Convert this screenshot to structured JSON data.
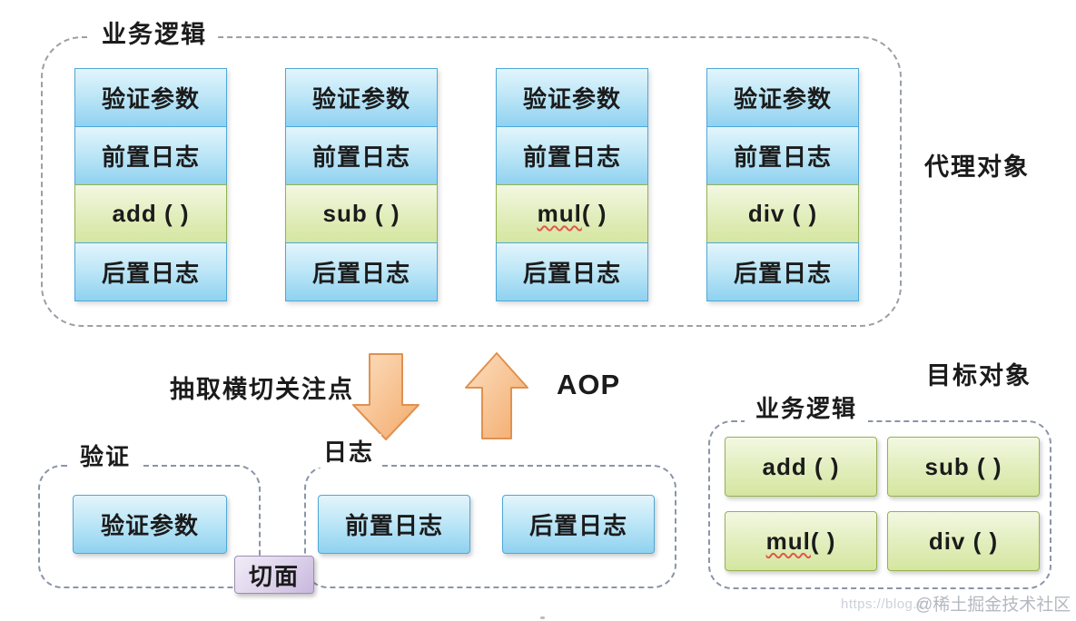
{
  "proxy_section": {
    "box_label": "业务逻辑",
    "side_label": "代理对象",
    "columns": [
      {
        "cells": [
          {
            "text": "验证参数",
            "type": "blue"
          },
          {
            "text": "前置日志",
            "type": "blue"
          },
          {
            "text": "add ( )",
            "type": "green"
          },
          {
            "text": "后置日志",
            "type": "blue"
          }
        ]
      },
      {
        "cells": [
          {
            "text": "验证参数",
            "type": "blue"
          },
          {
            "text": "前置日志",
            "type": "blue"
          },
          {
            "text": "sub ( )",
            "type": "green"
          },
          {
            "text": "后置日志",
            "type": "blue"
          }
        ]
      },
      {
        "cells": [
          {
            "text": "验证参数",
            "type": "blue"
          },
          {
            "text": "前置日志",
            "type": "blue"
          },
          {
            "word": "mul",
            "rest": " ( )",
            "type": "green",
            "wavy": true
          },
          {
            "text": "后置日志",
            "type": "blue"
          }
        ]
      },
      {
        "cells": [
          {
            "text": "验证参数",
            "type": "blue"
          },
          {
            "text": "前置日志",
            "type": "blue"
          },
          {
            "text": "div ( )",
            "type": "green"
          },
          {
            "text": "后置日志",
            "type": "blue"
          }
        ]
      }
    ]
  },
  "transform": {
    "extract_label": "抽取横切关注点",
    "aop_label": "AOP",
    "down_arrow_icon": "down-block-arrow",
    "up_arrow_icon": "up-block-arrow"
  },
  "validation_aspect": {
    "box_label": "验证",
    "item": "验证参数"
  },
  "logging_aspect": {
    "box_label": "日志",
    "items": [
      "前置日志",
      "后置日志"
    ]
  },
  "aspect_badge_label": "切面",
  "target_section": {
    "side_label": "目标对象",
    "box_label": "业务逻辑",
    "methods": [
      {
        "text": "add ( )"
      },
      {
        "text": "sub ( )"
      },
      {
        "word": "mul",
        "rest": " ( )",
        "wavy": true
      },
      {
        "text": "div ( )"
      }
    ]
  },
  "watermark": {
    "url_text": "https://blog.c",
    "community_text": "@稀土掘金技术社区"
  },
  "colors": {
    "blue_box_border": "#4fa8d8",
    "blue_box_gradient_top": "#e2f5fc",
    "blue_box_gradient_bottom": "#8fd2f0",
    "green_box_border": "#94b251",
    "green_box_gradient_top": "#f3f8e2",
    "green_box_gradient_bottom": "#d5e6a0",
    "arrow_fill_light": "#fbd9b4",
    "arrow_fill_dark": "#f3aa6b",
    "arrow_border": "#e0914f",
    "aspect_badge_fill": "#c8b7de",
    "dashed_border_gray": "#9aa0a6",
    "dashed_border_blue_gray": "#8b95a8",
    "misspell_underline": "#e2574a",
    "text_color": "#1b1b1b"
  }
}
